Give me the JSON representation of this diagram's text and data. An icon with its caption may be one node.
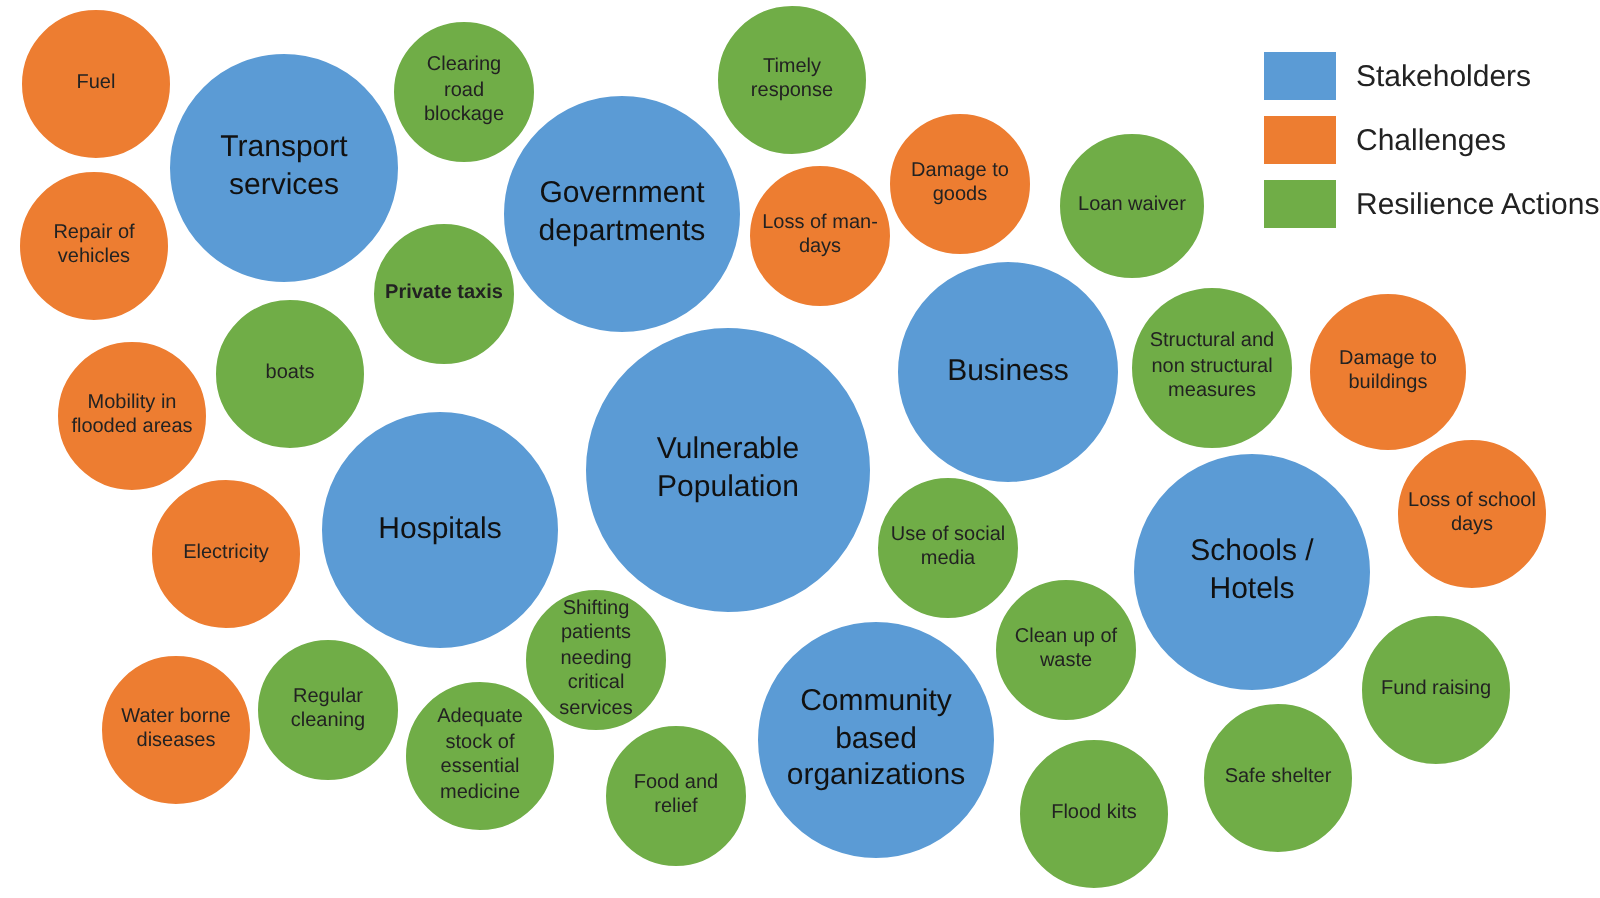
{
  "diagram": {
    "nodes": [
      {
        "text": [
          "Fuel"
        ]
      },
      {
        "text": [
          "Clearing road blockage"
        ]
      },
      {
        "text": [
          "Timely response"
        ]
      },
      {
        "text": [
          "Transport services"
        ]
      },
      {
        "text": [
          "Government departments"
        ]
      },
      {
        "text": [
          "Damage to goods"
        ]
      },
      {
        "text": [
          "Loan waiver"
        ]
      },
      {
        "text": [
          "Repair of vehicles"
        ]
      },
      {
        "text": [
          "Loss of man-days"
        ]
      },
      {
        "text": [
          "Private taxis"
        ]
      },
      {
        "text": [
          "Business"
        ]
      },
      {
        "text": [
          "boats"
        ]
      },
      {
        "text": [
          "Structural and non structural measures"
        ]
      },
      {
        "text": [
          "Damage to buildings"
        ]
      },
      {
        "text": [
          "Mobility in flooded areas"
        ]
      },
      {
        "text": [
          "Vulnerable Population"
        ]
      },
      {
        "text": [
          "Hospitals"
        ]
      },
      {
        "text": [
          "Loss of school days"
        ]
      },
      {
        "text": [
          "Use of social media"
        ]
      },
      {
        "text": [
          "Electricity"
        ]
      },
      {
        "text": [
          "Schools / Hotels"
        ]
      },
      {
        "text": [
          "Shifting patients needing critical services"
        ]
      },
      {
        "text": [
          "Clean up of waste"
        ]
      },
      {
        "text": [
          "Fund raising"
        ]
      },
      {
        "text": [
          "Water borne diseases"
        ]
      },
      {
        "text": [
          "Regular cleaning"
        ]
      },
      {
        "text": [
          "Community based organizations"
        ]
      },
      {
        "text": [
          "Adequate stock of essential medicine"
        ]
      },
      {
        "text": [
          "Safe shelter"
        ]
      },
      {
        "text": [
          "Food and relief"
        ]
      },
      {
        "text": [
          "Flood kits"
        ]
      }
    ],
    "legend": [
      {
        "text": "Stakeholders",
        "color": "#5b9bd5"
      },
      {
        "text": "Challenges",
        "color": "#ed7d31"
      },
      {
        "text": "Resilience Actions",
        "color": "#70ad47"
      }
    ]
  }
}
